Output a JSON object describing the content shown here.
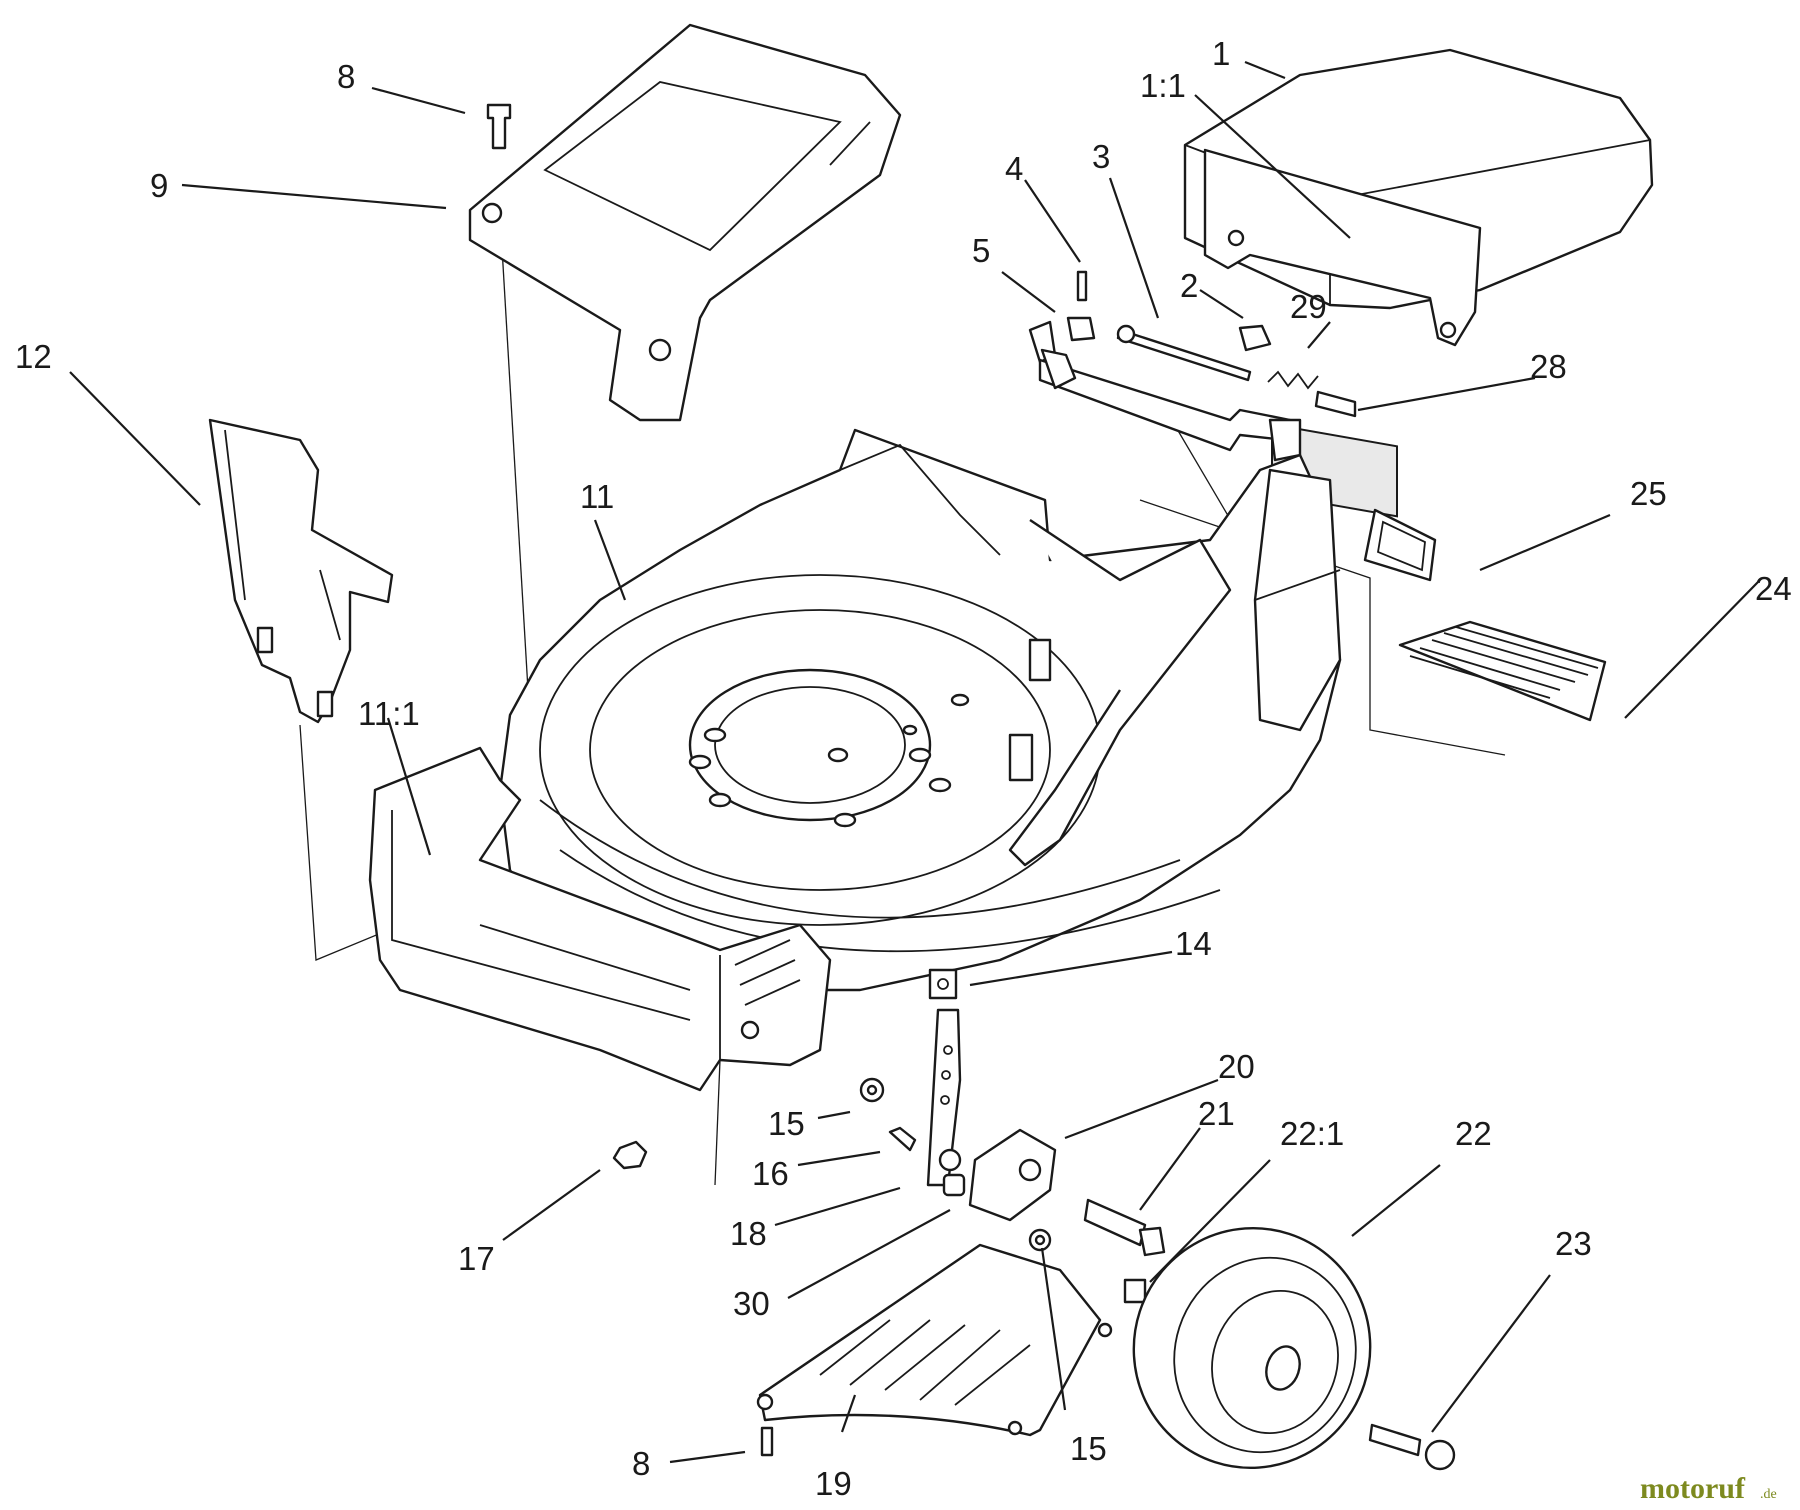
{
  "callouts": {
    "c1": "1",
    "c1_1": "1:1",
    "c2": "2",
    "c3": "3",
    "c4": "4",
    "c5": "5",
    "c8_top": "8",
    "c9": "9",
    "c11": "11",
    "c11_1": "11:1",
    "c12": "12",
    "c14": "14",
    "c15_a": "15",
    "c15_b": "15",
    "c16": "16",
    "c17": "17",
    "c18": "18",
    "c19": "19",
    "c20": "20",
    "c21": "21",
    "c22": "22",
    "c22_1": "22:1",
    "c23": "23",
    "c24": "24",
    "c25": "25",
    "c28": "28",
    "c29": "29",
    "c30": "30",
    "c8_bottom": "8"
  },
  "watermark": {
    "brand": "motoruf",
    "tld": ".de"
  },
  "colors": {
    "line": "#1a1a1a",
    "background": "#ffffff",
    "watermark": "#7d8a1f"
  }
}
